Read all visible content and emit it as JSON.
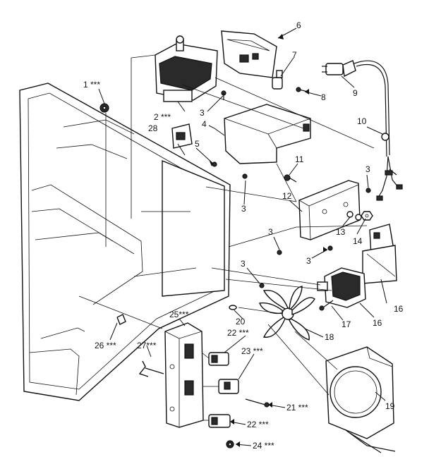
{
  "callouts": [
    {
      "id": "c1",
      "text": "1 ***"
    },
    {
      "id": "c2",
      "text": "2 ***"
    },
    {
      "id": "c3a",
      "text": "3"
    },
    {
      "id": "c3b",
      "text": "3"
    },
    {
      "id": "c3c",
      "text": "3"
    },
    {
      "id": "c3d",
      "text": "3"
    },
    {
      "id": "c3e",
      "text": "3"
    },
    {
      "id": "c3f",
      "text": "3"
    },
    {
      "id": "c4",
      "text": "4"
    },
    {
      "id": "c5",
      "text": "5"
    },
    {
      "id": "c6",
      "text": "6"
    },
    {
      "id": "c7",
      "text": "7"
    },
    {
      "id": "c8",
      "text": "8"
    },
    {
      "id": "c9",
      "text": "9"
    },
    {
      "id": "c10",
      "text": "10"
    },
    {
      "id": "c11",
      "text": "11"
    },
    {
      "id": "c12",
      "text": "12"
    },
    {
      "id": "c13",
      "text": "13"
    },
    {
      "id": "c14",
      "text": "14"
    },
    {
      "id": "c16a",
      "text": "16"
    },
    {
      "id": "c16b",
      "text": "16"
    },
    {
      "id": "c17",
      "text": "17"
    },
    {
      "id": "c18",
      "text": "18"
    },
    {
      "id": "c19",
      "text": "19"
    },
    {
      "id": "c20",
      "text": "20"
    },
    {
      "id": "c21",
      "text": "21 ***"
    },
    {
      "id": "c22a",
      "text": "22 ***"
    },
    {
      "id": "c22b",
      "text": "22 ***"
    },
    {
      "id": "c23",
      "text": "23 ***"
    },
    {
      "id": "c24",
      "text": "24 ***"
    },
    {
      "id": "c25",
      "text": "25***"
    },
    {
      "id": "c26",
      "text": "26 ***"
    },
    {
      "id": "c27",
      "text": "27***"
    },
    {
      "id": "c28",
      "text": "28"
    }
  ]
}
